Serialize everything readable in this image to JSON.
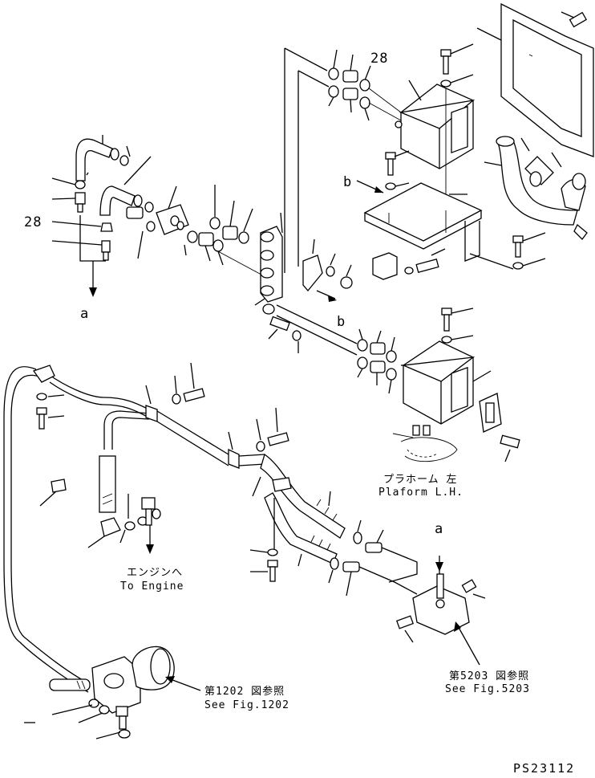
{
  "figure_code": "PS23112",
  "callouts": {
    "part_28": "28",
    "marker_a": "a",
    "marker_b": "b"
  },
  "notes": {
    "platform_jp": "プラホーム 左",
    "platform_en": "Plaform L.H.",
    "engine_jp": "エンジンへ",
    "engine_en": "To Engine",
    "fig1202_jp": "第1202 図参照",
    "fig1202_en": "See Fig.1202",
    "fig5203_jp": "第5203 図参照",
    "fig5203_en": "See Fig.5203"
  },
  "icons": [
    "arrow-icon",
    "bolt-icon",
    "hose-icon",
    "heater-box-icon"
  ]
}
